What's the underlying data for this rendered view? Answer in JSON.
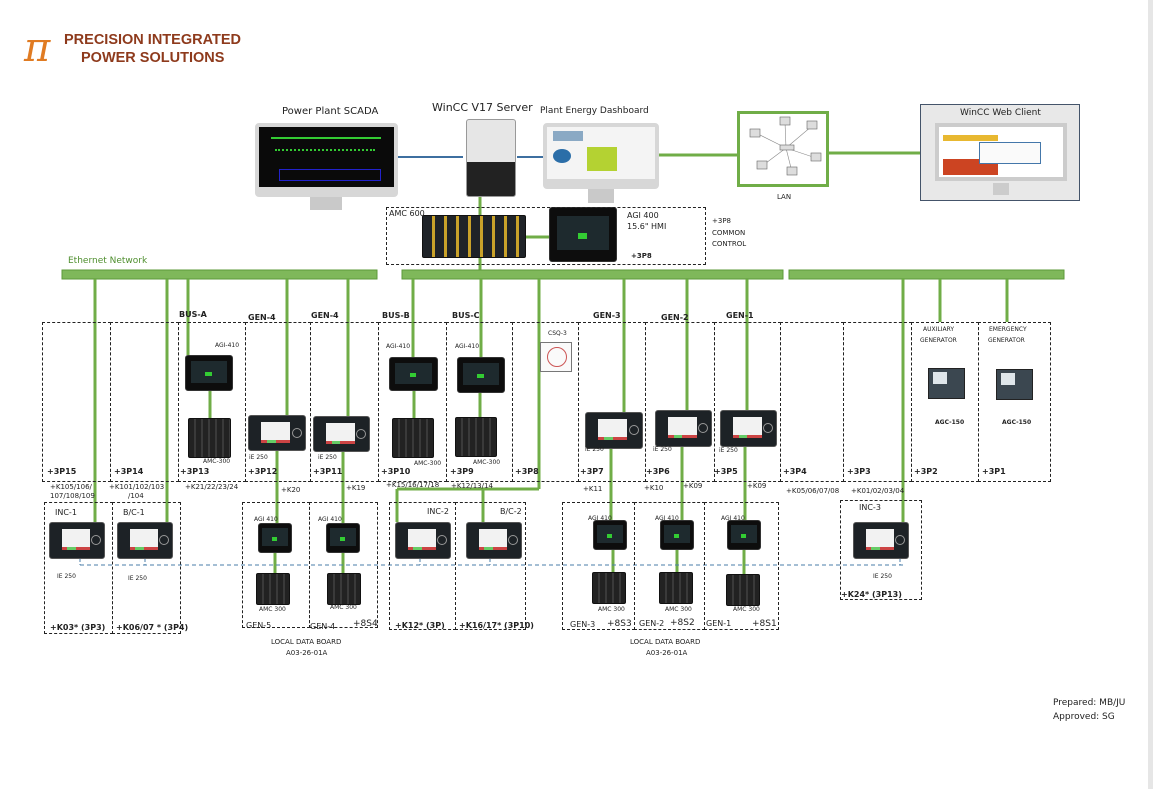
{
  "header": {
    "logo_line1": "PRECISION INTEGRATED",
    "logo_line2": "POWER SOLUTIONS",
    "logo_glyph": "π"
  },
  "top": {
    "scada_label": "Power Plant SCADA",
    "server_label": "WinCC V17 Server",
    "dashboard_label": "Plant Energy Dashboard",
    "lan_label": "LAN",
    "web_client_label": "WinCC Web Client",
    "amc600_label": "AMC 600",
    "agi400_label": "AGI 400",
    "agi400_sub": "15.6\" HMI",
    "p8_tag": "+3P8",
    "common_control": [
      "+3P8",
      "COMMON",
      "CONTROL"
    ]
  },
  "network_label": "Ethernet Network",
  "sections": [
    "BUS-A",
    "GEN-4",
    "GEN-4",
    "BUS-B",
    "BUS-C",
    "GEN-3",
    "GEN-2",
    "GEN-1"
  ],
  "panels": [
    "+3P15",
    "+3P14",
    "+3P13",
    "+3P12",
    "+3P11",
    "+3P10",
    "+3P9",
    "+3P8",
    "+3P7",
    "+3P6",
    "+3P5",
    "+3P4",
    "+3P3",
    "+3P2",
    "+3P1"
  ],
  "k_refs": [
    "+K105/106/",
    "107/108/109",
    "+K101/102/103",
    "/104",
    "+K21/22/23/24",
    "+K20",
    "+K19",
    "+K15/16/17/18",
    "+K12/13/14",
    "+K11",
    "+K10",
    "+K09",
    "+K09",
    "+K05/06/07/08",
    "+K01/02/03/04"
  ],
  "device_labels": {
    "agi410": "AGI-410",
    "amc300": "AMC-300",
    "ie250": "iE 250",
    "csq3": "CSQ-3",
    "auxiliary": [
      "AUXILIARY",
      "GENERATOR"
    ],
    "emergency": [
      "EMERGENCY",
      "GENERATOR"
    ],
    "agc150": "AGC-150",
    "agi410_local": "AGI 410",
    "amc300_local": "AMC 300",
    "ie250_lower": "IE 250"
  },
  "lower": {
    "feeders": [
      "INC-1",
      "B/C-1",
      "INC-2",
      "B/C-2",
      "INC-3"
    ],
    "tags": [
      "+K03* (3P3)",
      "+K06/07 * (3P4)",
      "+K12* (3P)",
      "+K16/17* (3P10)",
      "+K24* (3P13)"
    ],
    "gens": [
      "GEN-5",
      "GEN-4",
      "GEN-3",
      "GEN-2",
      "GEN-1"
    ],
    "boards": [
      "+8S4",
      "+8S3",
      "+8S2",
      "+8S1"
    ],
    "local_board": [
      "LOCAL DATA BOARD",
      "A03-26-01A"
    ]
  },
  "footer": {
    "prepared": "Prepared:  MB/JU",
    "approved": "Approved: SG"
  },
  "colors": {
    "ethernet": "#70ad47",
    "link_blue": "#3d6fa0",
    "serial_dashed": "#4a7ea8",
    "logo_orange": "#e07b22",
    "logo_brown": "#8e3a1c"
  }
}
